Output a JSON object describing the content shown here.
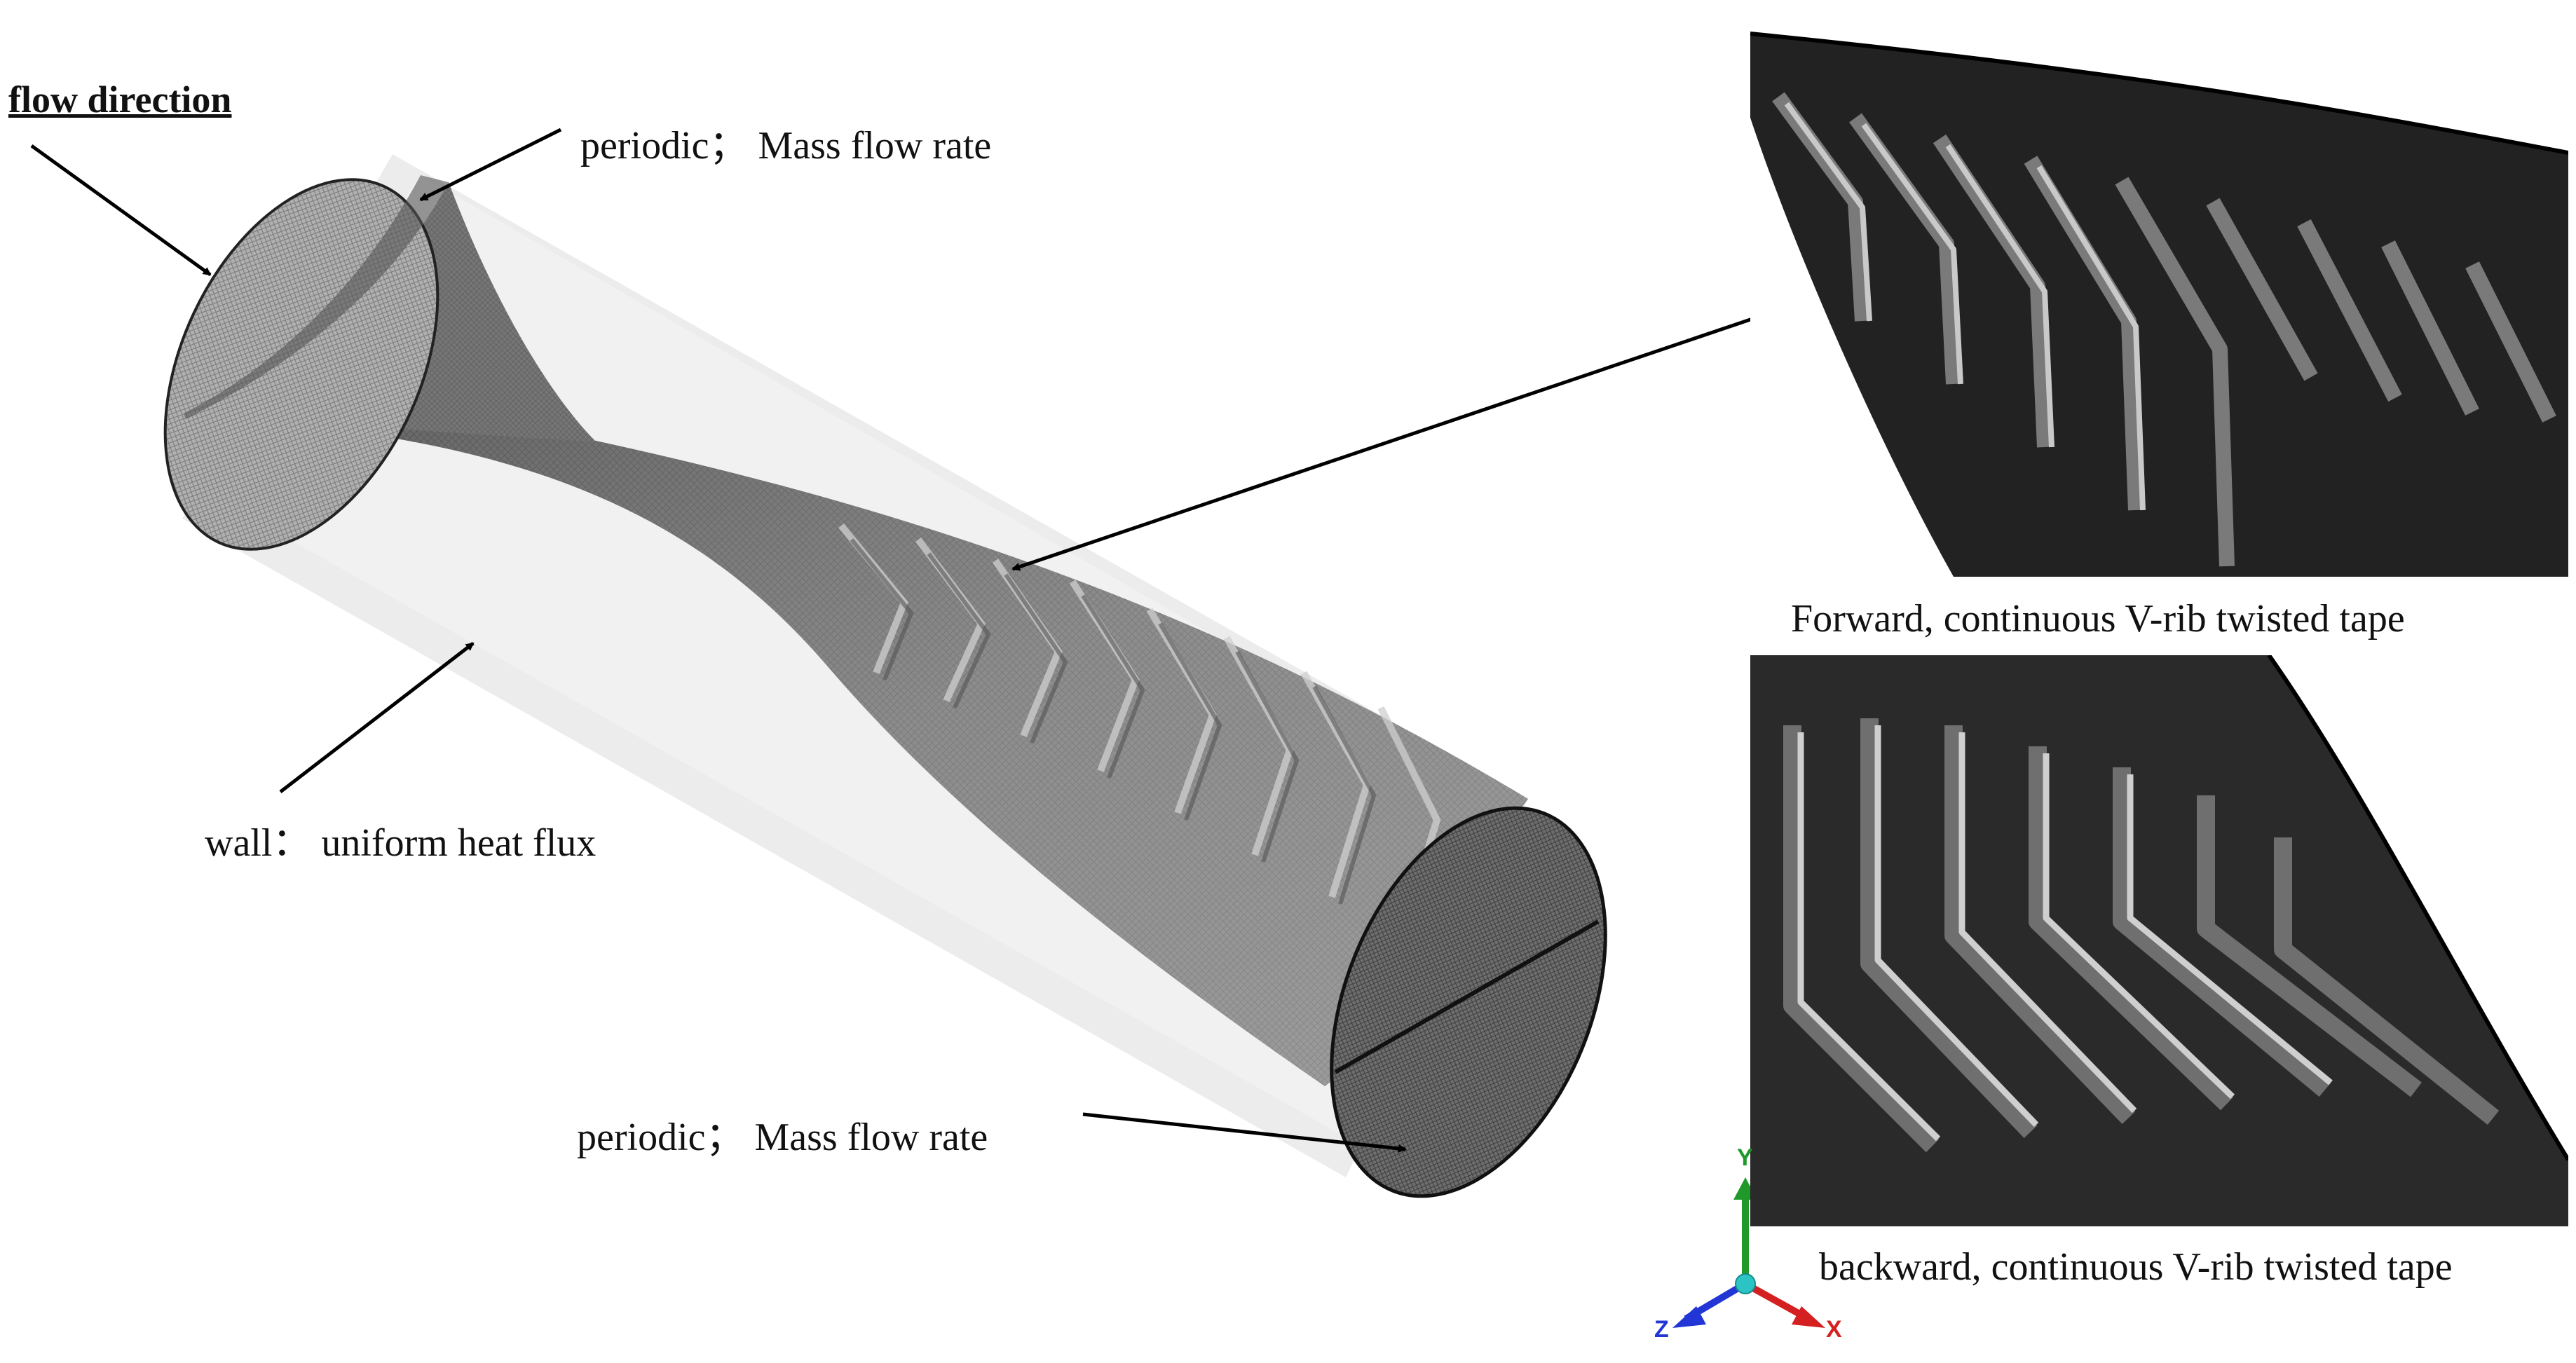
{
  "labels": {
    "flow_direction": "flow direction",
    "inlet": "periodic； Mass flow rate",
    "outlet": "periodic； Mass flow rate",
    "wall": "wall： uniform heat flux",
    "forward_caption": "Forward, continuous V-rib twisted tape",
    "backward_caption": "backward, continuous V-rib twisted tape"
  },
  "axes": {
    "x": "X",
    "y": "Y",
    "z": "Z",
    "colors": {
      "x": "#d42020",
      "y": "#1f9a2a",
      "z": "#2236d6",
      "origin": "#2bc3c3"
    }
  }
}
